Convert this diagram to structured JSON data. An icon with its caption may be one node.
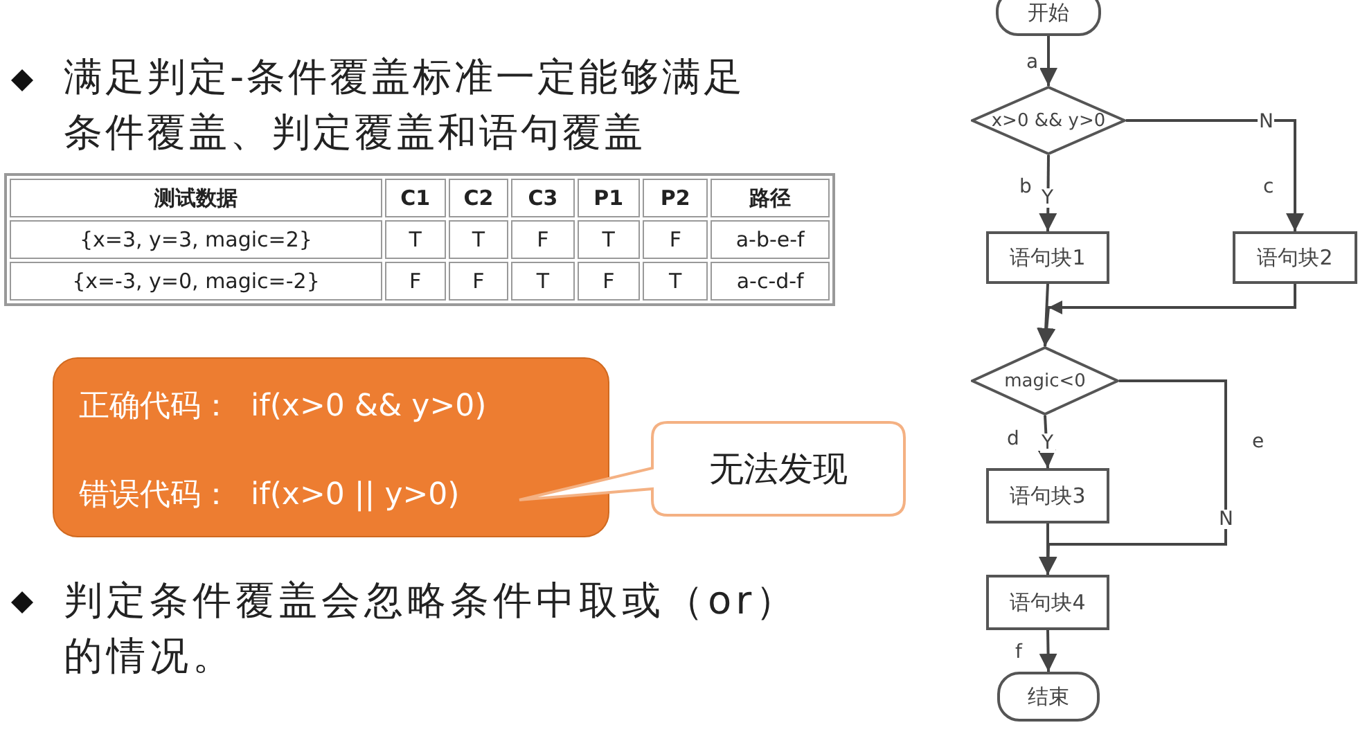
{
  "diagram": {
    "nodes": [
      {
        "text": [
          "正确代码：  if(x>0 && y>0)",
          "错误代码：  if(x>0 || y>0)"
        ]
      },
      {
        "text": [
          "无法发现"
        ]
      },
      {
        "text": [
          "开始"
        ]
      },
      {
        "text": [
          "x>0 && y>0"
        ]
      },
      {
        "text": [
          "语句块1"
        ]
      },
      {
        "text": [
          "语句块2"
        ]
      },
      {
        "text": [
          "magic<0"
        ]
      },
      {
        "text": [
          "语句块3"
        ]
      },
      {
        "text": [
          "语句块4"
        ]
      },
      {
        "text": [
          "结束"
        ]
      }
    ],
    "edges": [
      {
        "from": 2,
        "to": 3,
        "arrow": "to",
        "label": "a"
      },
      {
        "from": 3,
        "to": 4,
        "arrow": "to",
        "label": "Y"
      },
      {
        "from": 3,
        "to": 5,
        "arrow": "to",
        "label": "N"
      },
      {
        "from": 4,
        "to": 6,
        "arrow": "to"
      },
      {
        "from": 5,
        "to": 6,
        "arrow": "to"
      },
      {
        "from": 6,
        "to": 7,
        "arrow": "to",
        "label": "Y"
      },
      {
        "from": 6,
        "to": 8,
        "arrow": "to",
        "label": "N"
      },
      {
        "from": 7,
        "to": 8,
        "arrow": "to"
      },
      {
        "from": 8,
        "to": 9,
        "arrow": "to",
        "label": "f"
      }
    ],
    "labels": [
      "满足判定-条件覆盖标准一定能够满足条件覆盖、判定覆盖和语句覆盖",
      "测试数据",
      "C1",
      "C2",
      "C3",
      "P1",
      "P2",
      "路径",
      "{x=3, y=3, magic=2}",
      "T",
      "T",
      "F",
      "T",
      "F",
      "a-b-e-f",
      "{x=-3, y=0, magic=-2}",
      "F",
      "F",
      "T",
      "F",
      "T",
      "a-c-d-f",
      "判定条件覆盖会忽略条件中取或（or）的情况。",
      "b",
      "c",
      "d",
      "e"
    ]
  }
}
